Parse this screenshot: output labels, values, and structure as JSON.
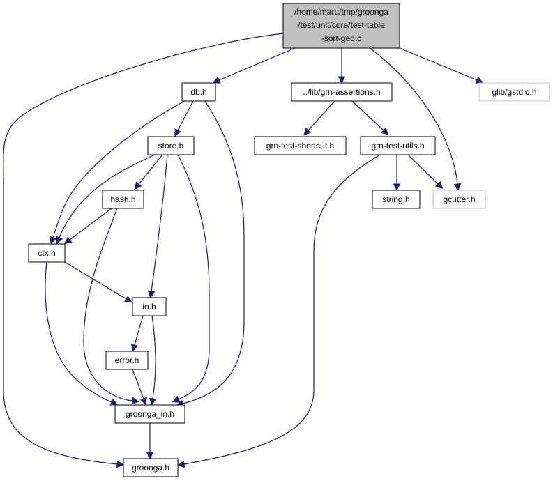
{
  "diagram": {
    "type": "include-dependency-graph",
    "colors": {
      "edge": "#191970",
      "root_fill": "#bfbfbf",
      "node_fill": "#ffffff",
      "node_border": "#000000",
      "external_border": "#bfbfbf"
    },
    "root": {
      "lines": [
        "/home/maru/tmp/groonga",
        "/test/unit/core/test-table",
        "-sort-geo.c"
      ]
    },
    "nodes": {
      "db_h": "db.h",
      "grn_assertions_h": "../lib/grn-assertions.h",
      "glib_gstdio_h": "glib/gstdio.h",
      "store_h": "store.h",
      "grn_test_shortcut_h": "grn-test-shortcut.h",
      "grn_test_utils_h": "grn-test-utils.h",
      "hash_h": "hash.h",
      "string_h": "string.h",
      "gcutter_h": "gcutter.h",
      "ctx_h": "ctx.h",
      "io_h": "io.h",
      "error_h": "error.h",
      "groonga_in_h": "groonga_in.h",
      "groonga_h": "groonga.h"
    },
    "edges": [
      [
        "root",
        "db_h"
      ],
      [
        "root",
        "grn_assertions_h"
      ],
      [
        "root",
        "glib_gstdio_h"
      ],
      [
        "root",
        "gcutter_h"
      ],
      [
        "root",
        "groonga_h"
      ],
      [
        "db_h",
        "store_h"
      ],
      [
        "db_h",
        "ctx_h"
      ],
      [
        "db_h",
        "groonga_in_h"
      ],
      [
        "grn_assertions_h",
        "grn_test_shortcut_h"
      ],
      [
        "grn_assertions_h",
        "grn_test_utils_h"
      ],
      [
        "grn_test_utils_h",
        "string_h"
      ],
      [
        "grn_test_utils_h",
        "gcutter_h"
      ],
      [
        "grn_test_utils_h",
        "groonga_h"
      ],
      [
        "store_h",
        "hash_h"
      ],
      [
        "store_h",
        "ctx_h"
      ],
      [
        "store_h",
        "io_h"
      ],
      [
        "store_h",
        "groonga_in_h"
      ],
      [
        "hash_h",
        "ctx_h"
      ],
      [
        "hash_h",
        "groonga_in_h"
      ],
      [
        "ctx_h",
        "io_h"
      ],
      [
        "ctx_h",
        "groonga_in_h"
      ],
      [
        "io_h",
        "error_h"
      ],
      [
        "io_h",
        "groonga_in_h"
      ],
      [
        "error_h",
        "groonga_in_h"
      ],
      [
        "groonga_in_h",
        "groonga_h"
      ]
    ]
  }
}
